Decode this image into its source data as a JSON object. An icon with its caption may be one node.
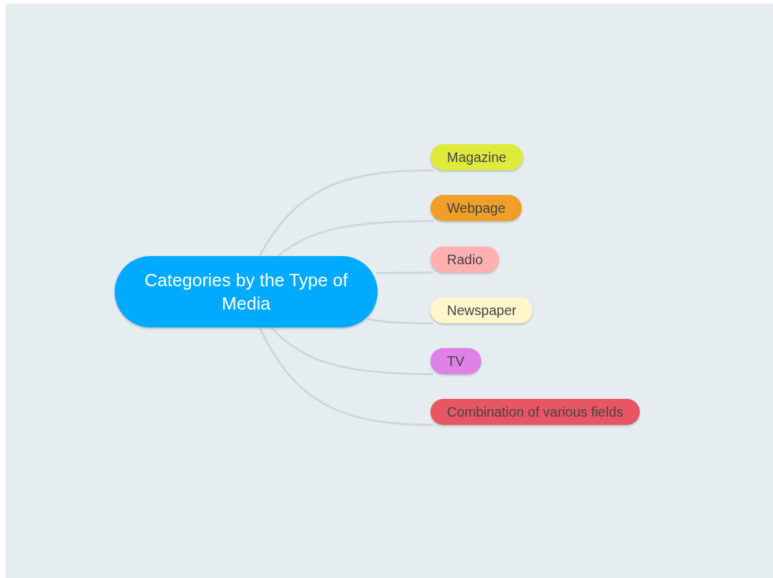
{
  "diagram": {
    "nodes": [
      {
        "text": [
          "Categories by the Type of Media"
        ]
      },
      {
        "text": [
          "Magazine"
        ]
      },
      {
        "text": [
          "Webpage"
        ]
      },
      {
        "text": [
          "Radio"
        ]
      },
      {
        "text": [
          "Newspaper"
        ]
      },
      {
        "text": [
          "TV"
        ]
      },
      {
        "text": [
          "Combination of various fields"
        ]
      }
    ],
    "edges": [
      {
        "from": 0,
        "to": 1,
        "arrow": "none"
      },
      {
        "from": 0,
        "to": 2,
        "arrow": "none"
      },
      {
        "from": 0,
        "to": 3,
        "arrow": "none"
      },
      {
        "from": 0,
        "to": 4,
        "arrow": "none"
      },
      {
        "from": 0,
        "to": 5,
        "arrow": "none"
      },
      {
        "from": 0,
        "to": 6,
        "arrow": "none"
      }
    ]
  }
}
